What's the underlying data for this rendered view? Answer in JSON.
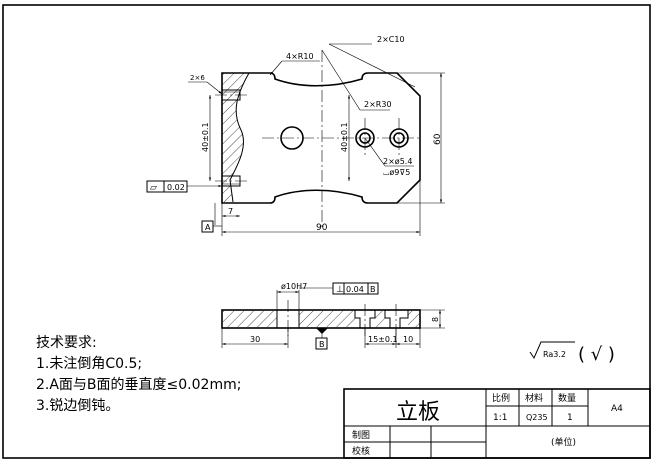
{
  "front_view": {
    "dims": {
      "chamfer": "2×C10",
      "radius_small": "4×R10",
      "radius_large": "2×R30",
      "small_hole": "2×6",
      "height_left": "40±0.1",
      "height_mid": "40±0.1",
      "height_total": "60",
      "width_total": "90",
      "offset": "7",
      "hole_spec_1": "2×ø5.4",
      "hole_spec_2": "⌴ø9⊽5"
    },
    "flatness_symbol": "▱",
    "flatness_value": "0.02",
    "datum_a": "A"
  },
  "side_view": {
    "dims": {
      "bore": "ø10H7",
      "left_len": "30",
      "pitch": "15±0.1",
      "right_len": "10",
      "thickness": "8"
    },
    "perp_symbol": "⊥",
    "perp_value": "0.04",
    "perp_datum": "B",
    "datum_b": "B"
  },
  "notes": {
    "title": "技术要求:",
    "items": [
      "1.未注倒角C0.5;",
      "2.A面与B面的垂直度≤0.02mm;",
      "3.锐边倒钝。"
    ]
  },
  "roughness": {
    "value": "Ra3.2",
    "symbol_text": "( √ )"
  },
  "title_block": {
    "part_name": "立板",
    "scale_label": "比例",
    "material_label": "材料",
    "qty_label": "数量",
    "scale": "1:1",
    "material": "Q235",
    "qty": "1",
    "sheet": "A4",
    "drawn_label": "制图",
    "checked_label": "校核",
    "unit": "(单位)"
  }
}
